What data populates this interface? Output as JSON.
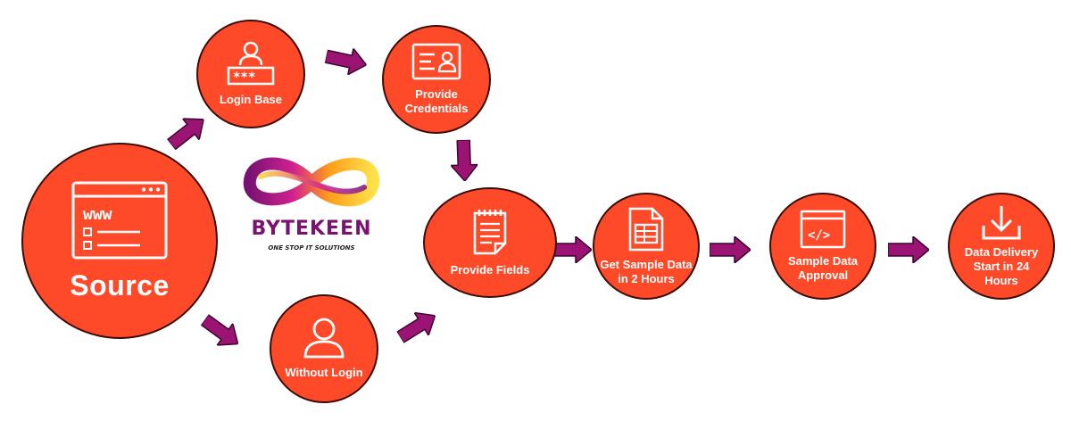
{
  "logo": {
    "brand": "ByteKeen",
    "brand_display": "BYTEKEEN",
    "tagline": "ONE STOP IT SOLUTIONS"
  },
  "nodes": [
    {
      "id": "source",
      "label": "Source",
      "icon": "browser-window-icon"
    },
    {
      "id": "login-base",
      "label": "Login Base",
      "icon": "user-password-icon"
    },
    {
      "id": "without-login",
      "label": "Without Login",
      "icon": "user-icon"
    },
    {
      "id": "provide-credentials",
      "label": "Provide\nCredentials",
      "icon": "id-card-icon"
    },
    {
      "id": "provide-fields",
      "label": "Provide Fields",
      "icon": "document-icon"
    },
    {
      "id": "get-sample-data",
      "label": "Get Sample Data\nin 2 Hours",
      "icon": "spreadsheet-icon"
    },
    {
      "id": "sample-data-approval",
      "label": "Sample Data\nApproval",
      "icon": "code-window-icon"
    },
    {
      "id": "data-delivery",
      "label": "Data Delivery\nStart in 24\nHours",
      "icon": "download-icon"
    }
  ],
  "edges": [
    {
      "from": "source",
      "to": "login-base"
    },
    {
      "from": "source",
      "to": "without-login"
    },
    {
      "from": "login-base",
      "to": "provide-credentials"
    },
    {
      "from": "provide-credentials",
      "to": "provide-fields"
    },
    {
      "from": "without-login",
      "to": "provide-fields"
    },
    {
      "from": "provide-fields",
      "to": "get-sample-data"
    },
    {
      "from": "get-sample-data",
      "to": "sample-data-approval"
    },
    {
      "from": "sample-data-approval",
      "to": "data-delivery"
    }
  ],
  "colors": {
    "node_fill": "#ff4a2a",
    "node_border": "#3a0d06",
    "arrow": "#9b1474",
    "arrow_border": "#3c0530",
    "brand_purple": "#7a1273",
    "logo_gradient": [
      "#ffe14a",
      "#ff9f1a",
      "#d0218f",
      "#7a1273"
    ]
  }
}
